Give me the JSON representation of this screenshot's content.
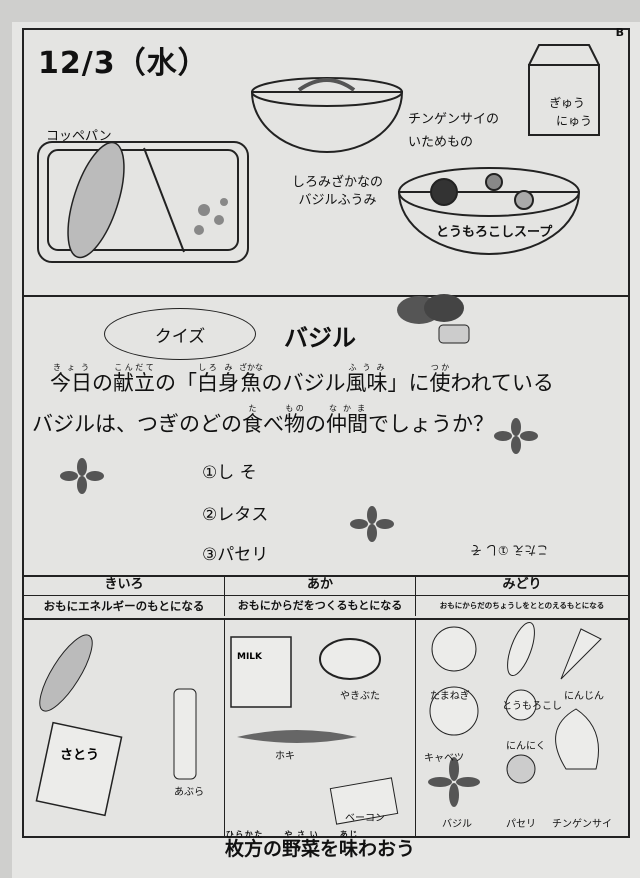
{
  "corner_mark": "B",
  "date": "12/3（水）",
  "menu": {
    "bread": "コッペパン",
    "fish": [
      "しろみざかなの",
      "バジルふうみ"
    ],
    "stirfry": [
      "チンゲンサイの",
      "いためもの"
    ],
    "soup": "とうもろこしスープ",
    "milk": [
      "ぎゅう",
      "にゅう"
    ]
  },
  "quiz": {
    "bubble": "クイズ",
    "title": "バジル",
    "question_line1": [
      {
        "t": "今日",
        "r": "きょう"
      },
      {
        "t": "の"
      },
      {
        "t": "献立",
        "r": "こんだて"
      },
      {
        "t": "の「"
      },
      {
        "t": "白",
        "r": "しろ"
      },
      {
        "t": "身",
        "r": "み"
      },
      {
        "t": "魚",
        "r": "ざかな"
      },
      {
        "t": "のバジル"
      },
      {
        "t": "風味",
        "r": "ふうみ"
      },
      {
        "t": "」に"
      },
      {
        "t": "使",
        "r": "つか"
      },
      {
        "t": "われている"
      }
    ],
    "question_line2": [
      {
        "t": "バジルは、つぎのどの"
      },
      {
        "t": "食",
        "r": "た"
      },
      {
        "t": "べ"
      },
      {
        "t": "物",
        "r": "もの"
      },
      {
        "t": "の"
      },
      {
        "t": "仲間",
        "r": "なかま"
      },
      {
        "t": "でしょうか？"
      }
    ],
    "options": [
      "①し そ",
      "②レタス",
      "③パセリ"
    ],
    "answer": "こたえ ①し そ"
  },
  "groups": [
    {
      "name": "きいろ",
      "desc": "おもにエネルギーのもとになる",
      "foods": [
        "あぶら"
      ]
    },
    {
      "name": "あか",
      "desc": "おもにからだをつくるもとになる",
      "foods": [
        "やきぶた",
        "ホキ",
        "ベーコン"
      ]
    },
    {
      "name": "みどり",
      "desc": "おもにからだのちょうしをととのえるもとになる",
      "foods": [
        "たまねぎ",
        "とうもろこし",
        "にんじん",
        "キャベツ",
        "にんにく",
        "バジル",
        "パセリ",
        "チンゲンサイ"
      ]
    }
  ],
  "milk_carton_text": "MILK",
  "sugar_text": "さとう",
  "footer": [
    {
      "t": "枚方",
      "r": "ひらかた"
    },
    {
      "t": "の"
    },
    {
      "t": "野菜",
      "r": "やさい"
    },
    {
      "t": "を"
    },
    {
      "t": "味",
      "r": "あじ"
    },
    {
      "t": "わおう"
    }
  ]
}
